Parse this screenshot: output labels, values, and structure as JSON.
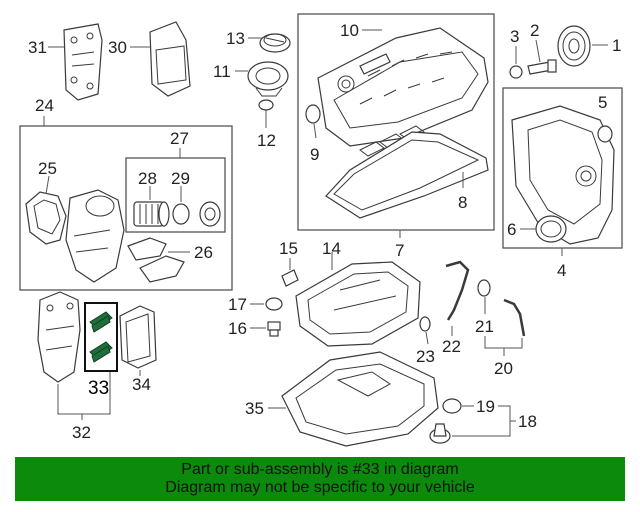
{
  "banner": {
    "line1": "Part or sub-assembly is #33 in diagram",
    "line2": "Diagram may not be specific to your vehicle"
  },
  "highlight_color": "#0b8a0b",
  "callouts": {
    "c1": "1",
    "c2": "2",
    "c3": "3",
    "c4": "4",
    "c5": "5",
    "c6": "6",
    "c7": "7",
    "c8": "8",
    "c9": "9",
    "c10": "10",
    "c11": "11",
    "c12": "12",
    "c13": "13",
    "c14": "14",
    "c15": "15",
    "c16": "16",
    "c17": "17",
    "c18": "18",
    "c19": "19",
    "c20": "20",
    "c21": "21",
    "c22": "22",
    "c23": "23",
    "c24": "24",
    "c25": "25",
    "c26": "26",
    "c27": "27",
    "c28": "28",
    "c29": "29",
    "c30": "30",
    "c31": "31",
    "c32": "32",
    "c33": "33",
    "c34": "34",
    "c35": "35"
  }
}
